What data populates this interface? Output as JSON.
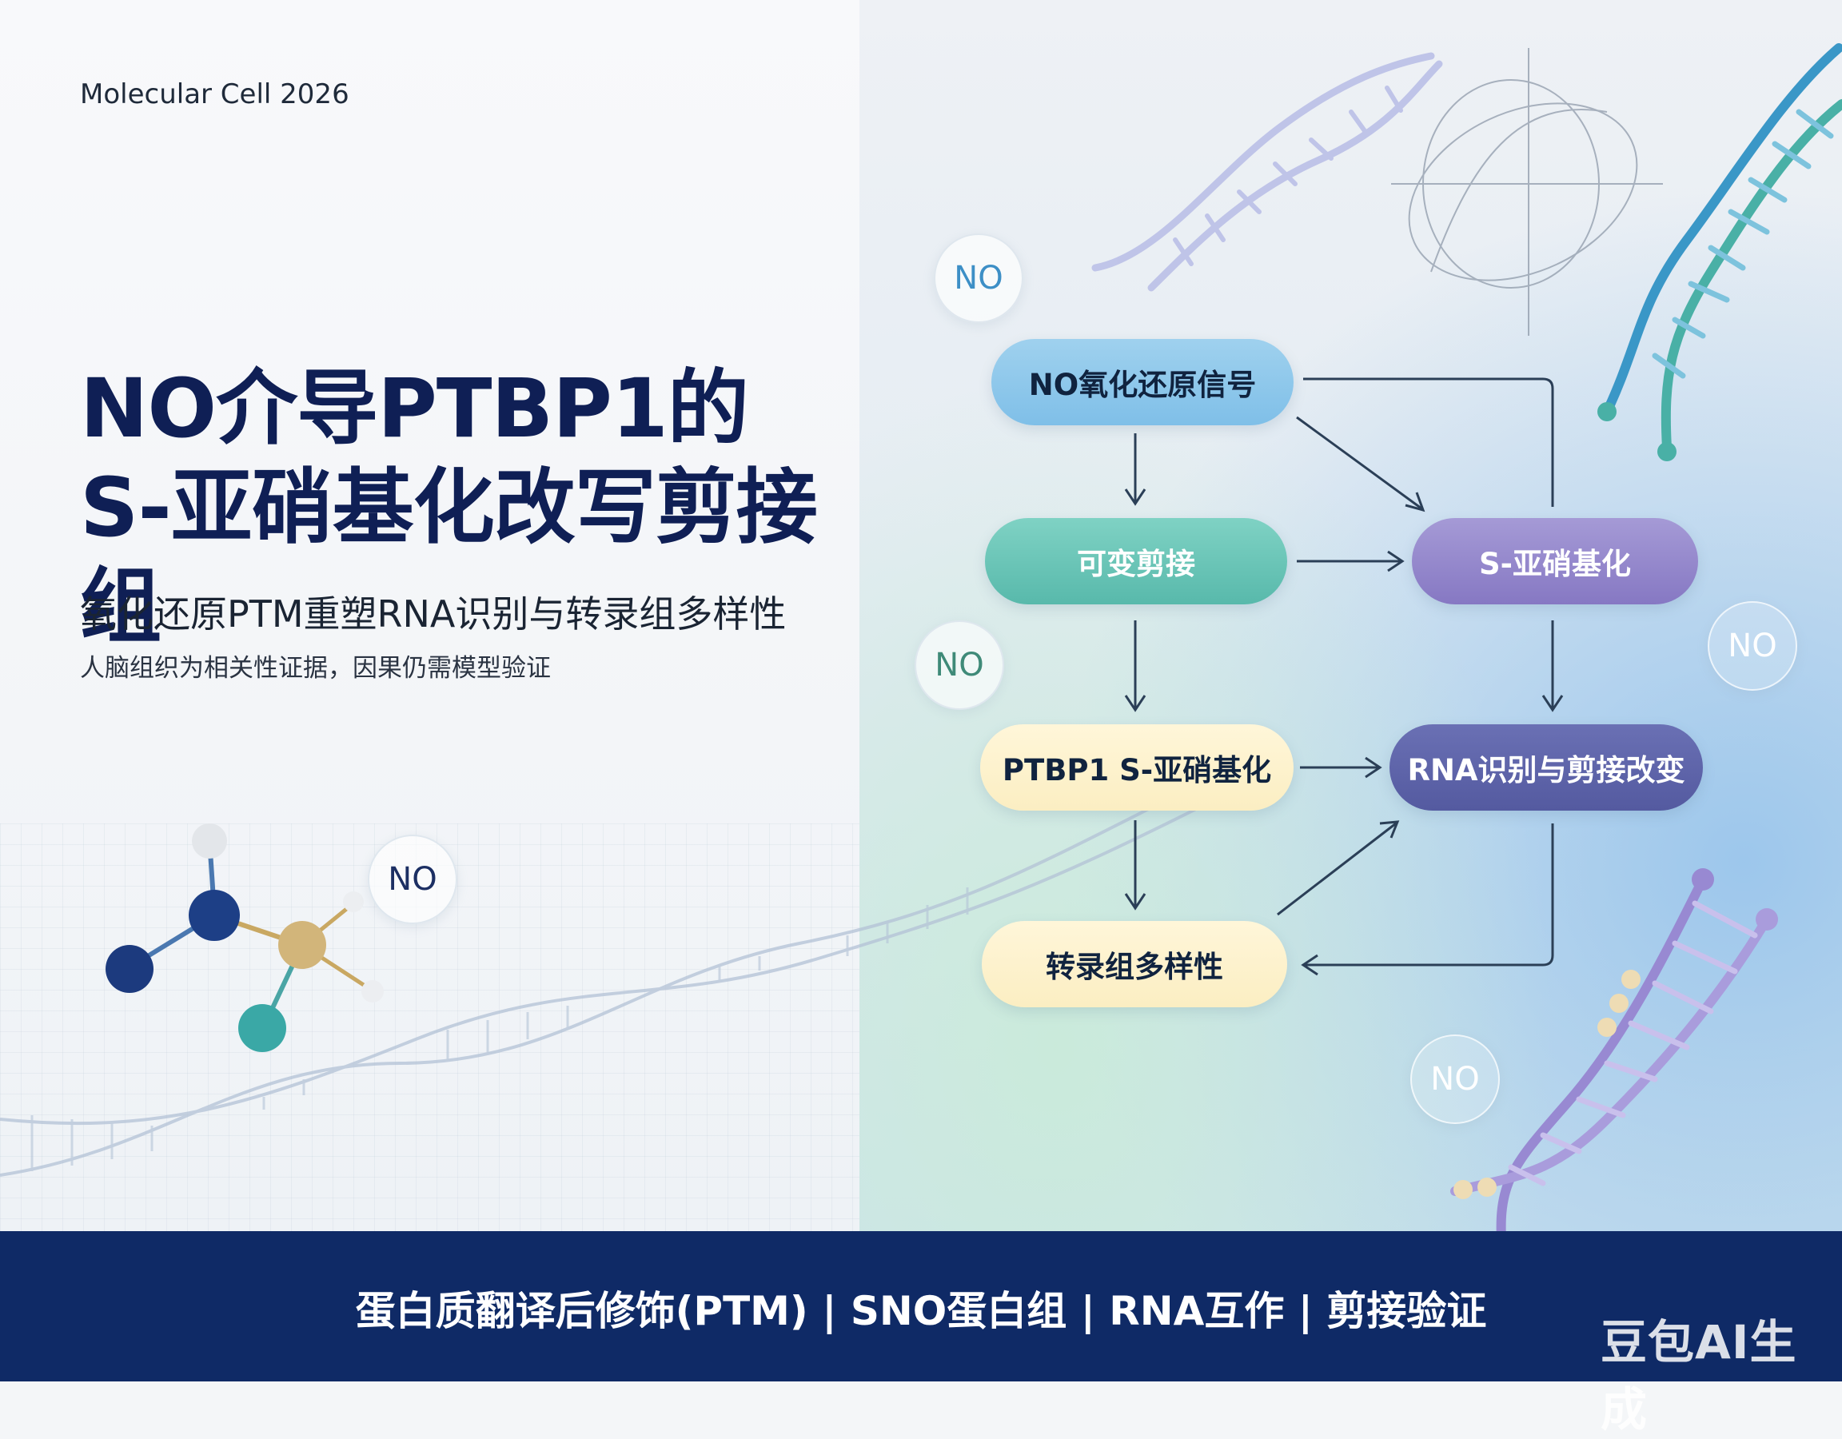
{
  "header": {
    "venue": "Molecular Cell 2026",
    "title": "NO介导PTBP1的S-亚硝基化改写剪接组",
    "subtitle": "氧化还原PTM重塑RNA识别与转录组多样性",
    "caveat": "人脑组织为相关性证据，因果仍需模型验证"
  },
  "flow": {
    "nodes": {
      "signal": "NO氧化还原信号",
      "alt_splicing": "可变剪接",
      "s_nitrosylation": "S-亚硝基化",
      "ptbp1": "PTBP1 S-亚硝基化",
      "rna_change": "RNA识别与剪接改变",
      "diversity": "转录组多样性"
    }
  },
  "bubbles": {
    "label": "NO",
    "colors": {
      "blue": "#3d8fc6",
      "teal": "#3f8a78",
      "white": "#ffffff",
      "navy": "#1c2f63"
    }
  },
  "colors": {
    "title": "#0f1f55",
    "footer_bg": "#0f2a66",
    "arrow": "#2b3f57"
  },
  "footer": {
    "keywords": "蛋白质翻译后修饰(PTM) | SNO蛋白组 | RNA互作 | 剪接验证"
  },
  "watermark": "豆包AI生成"
}
